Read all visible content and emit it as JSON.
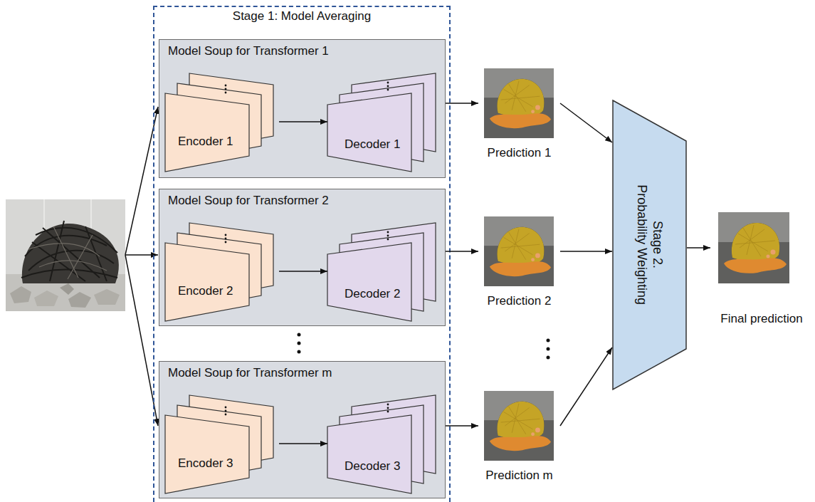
{
  "diagram": {
    "nodes": [
      {
        "text": [
          "Stage 1: Model Averaging"
        ]
      },
      {
        "text": [
          "Model Soup for Transformer 1"
        ],
        "in": 0
      },
      {
        "text": [
          "Encoder 1"
        ],
        "in": 1
      },
      {
        "text": [
          "Decoder 1"
        ],
        "in": 1
      },
      {
        "text": [
          "Model Soup for Transformer 2"
        ],
        "in": 0
      },
      {
        "text": [
          "Encoder 2"
        ],
        "in": 4
      },
      {
        "text": [
          "Decoder 2"
        ],
        "in": 4
      },
      {
        "text": [
          "Model Soup for Transformer m"
        ],
        "in": 0
      },
      {
        "text": [
          "Encoder 3"
        ],
        "in": 7
      },
      {
        "text": [
          "Decoder 3"
        ],
        "in": 7
      },
      {
        "text": [
          "Prediction 1"
        ]
      },
      {
        "text": [
          "Prediction 2"
        ]
      },
      {
        "text": [
          "Prediction m"
        ]
      },
      {
        "text": [
          "Stage 2.",
          "Probability Weighting"
        ]
      },
      {
        "text": [
          "Final prediction"
        ]
      }
    ],
    "edges": [
      {
        "from": 2,
        "to": 3,
        "arrow": "to"
      },
      {
        "from": 5,
        "to": 6,
        "arrow": "to"
      },
      {
        "from": 8,
        "to": 9,
        "arrow": "to"
      },
      {
        "from": 1,
        "to": 10,
        "arrow": "to"
      },
      {
        "from": 4,
        "to": 11,
        "arrow": "to"
      },
      {
        "from": 7,
        "to": 12,
        "arrow": "to"
      },
      {
        "from": 10,
        "to": 13,
        "arrow": "to"
      },
      {
        "from": 11,
        "to": 13,
        "arrow": "to"
      },
      {
        "from": 12,
        "to": 13,
        "arrow": "to"
      },
      {
        "from": 13,
        "to": 14,
        "arrow": "to"
      }
    ]
  }
}
